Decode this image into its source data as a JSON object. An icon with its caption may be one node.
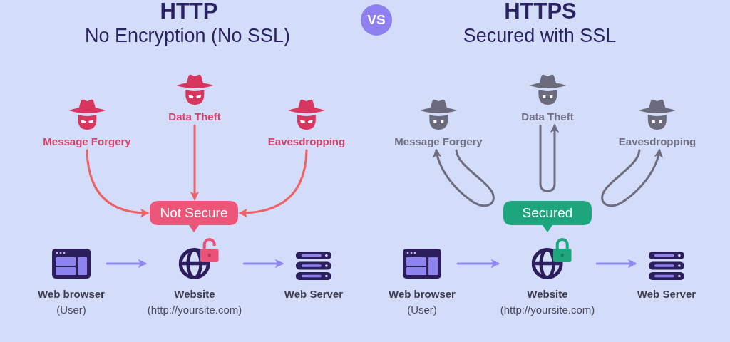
{
  "diagram": {
    "nodes": [
      {
        "text": [
          "VS"
        ]
      },
      {
        "text": [
          "Message Forgery"
        ]
      },
      {
        "text": [
          "Data Theft"
        ]
      },
      {
        "text": [
          "Eavesdropping"
        ]
      },
      {
        "text": [
          "Not Secure"
        ]
      },
      {
        "text": [
          "Web browser",
          "(User)"
        ]
      },
      {
        "text": [
          "Website",
          "(http://yoursite.com)"
        ]
      },
      {
        "text": [
          "Web Server"
        ]
      },
      {
        "text": [
          "Message Forgery"
        ]
      },
      {
        "text": [
          "Data Theft"
        ]
      },
      {
        "text": [
          "Eavesdropping"
        ]
      },
      {
        "text": [
          "Secured"
        ]
      },
      {
        "text": [
          "Web browser",
          "(User)"
        ]
      },
      {
        "text": [
          "Website",
          "(http://yoursite.com)"
        ]
      },
      {
        "text": [
          "Web Server"
        ]
      }
    ],
    "edges": [
      {
        "from": 1,
        "to": 4,
        "arrow": "to",
        "color": "#ef6163"
      },
      {
        "from": 2,
        "to": 4,
        "arrow": "to",
        "color": "#ef6163"
      },
      {
        "from": 3,
        "to": 4,
        "arrow": "to",
        "color": "#ef6163"
      },
      {
        "from": 5,
        "to": 6,
        "arrow": "to"
      },
      {
        "from": 6,
        "to": 7,
        "arrow": "to"
      },
      {
        "from": 8,
        "to": 8,
        "arrow": "to",
        "color": "#6e6d80"
      },
      {
        "from": 9,
        "to": 9,
        "arrow": "to",
        "color": "#6e6d80"
      },
      {
        "from": 10,
        "to": 10,
        "arrow": "to",
        "color": "#6e6d80"
      },
      {
        "from": 12,
        "to": 13,
        "arrow": "to"
      },
      {
        "from": 13,
        "to": 14,
        "arrow": "to"
      }
    ],
    "labels": [
      "HTTP",
      "No Encryption (No SSL)",
      "HTTPS",
      "Secured with SSL"
    ]
  }
}
